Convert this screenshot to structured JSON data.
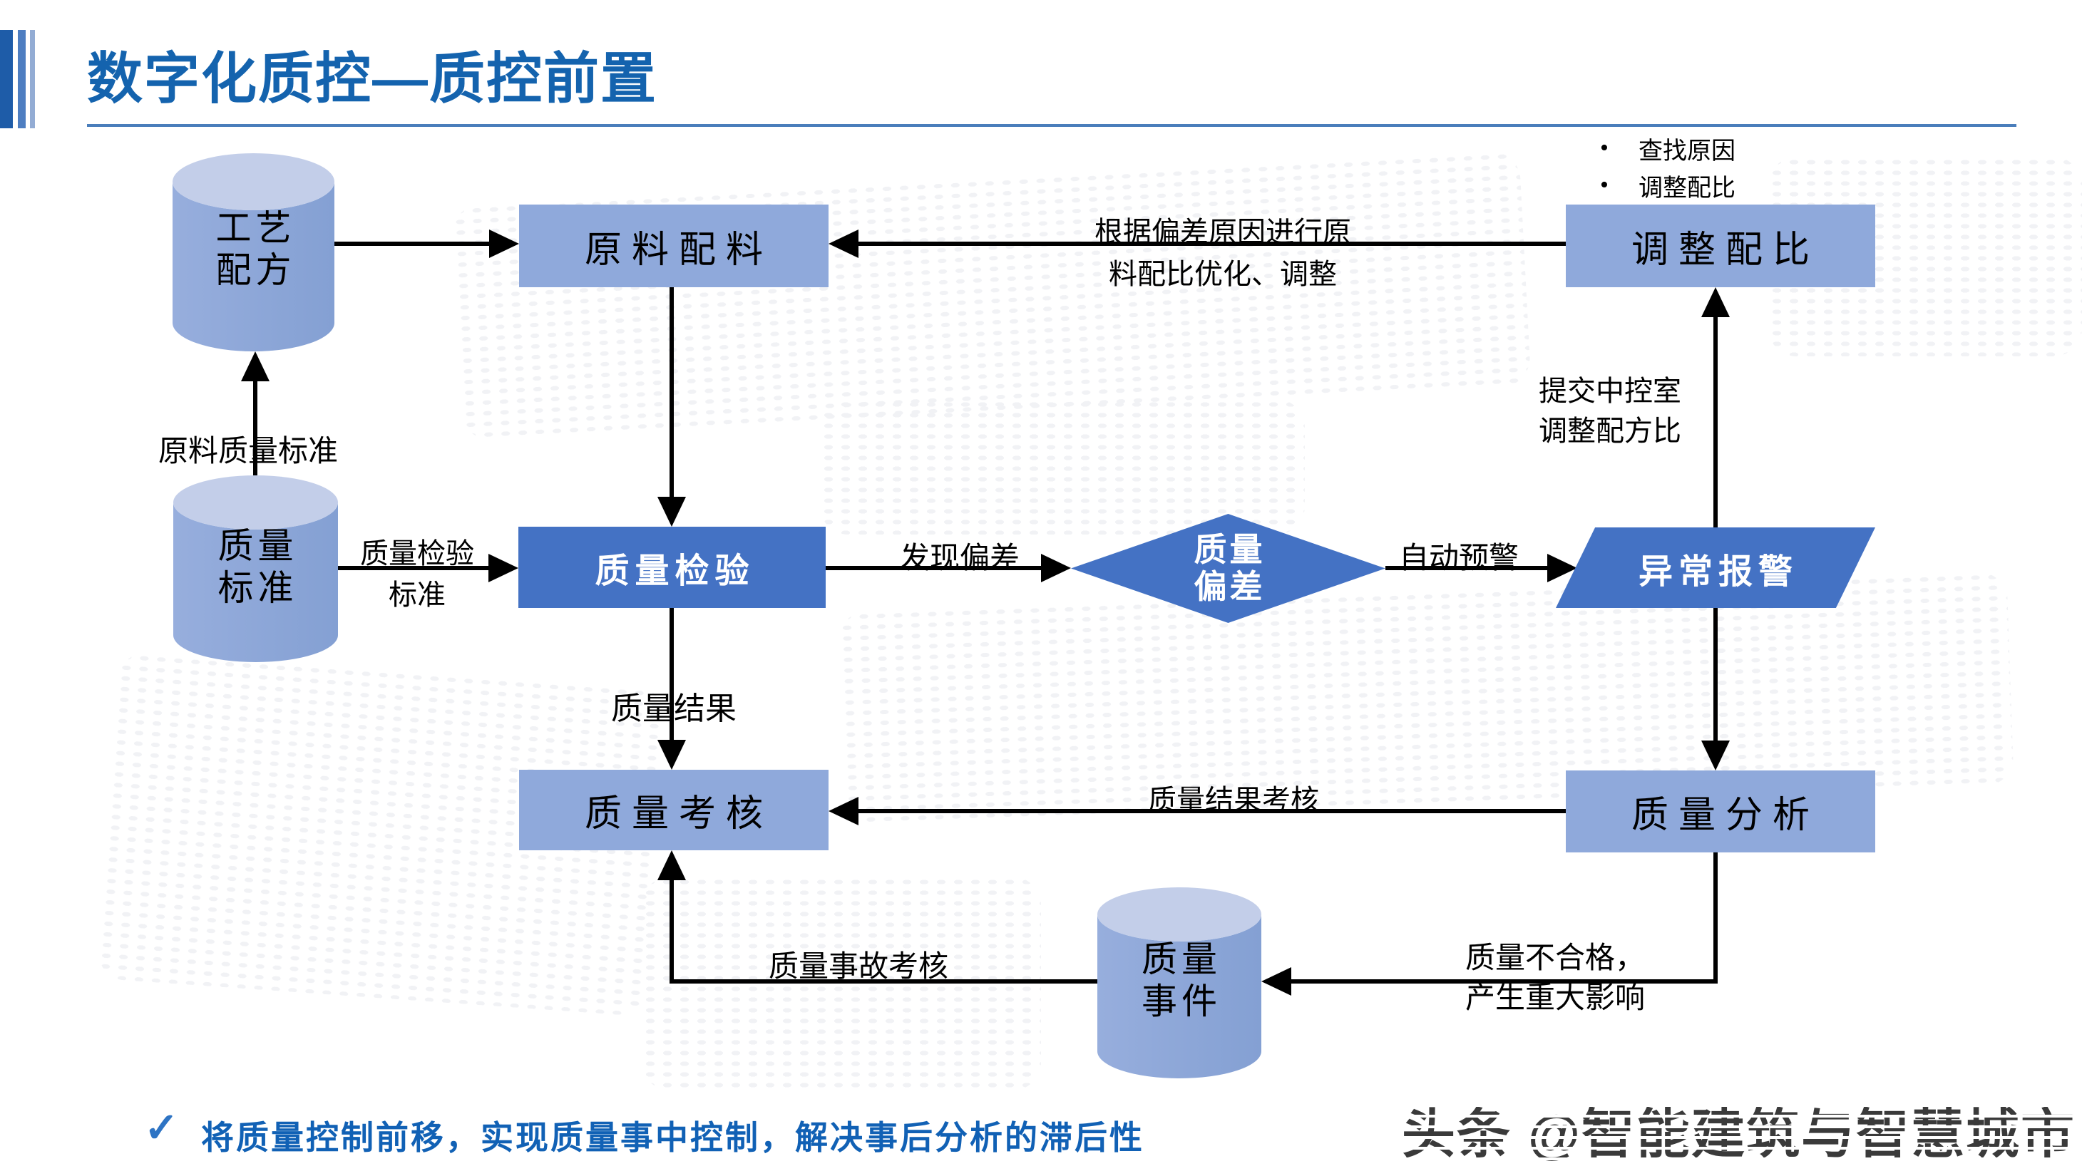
{
  "page": {
    "title": "数字化质控—质控前置"
  },
  "notes": {
    "items": [
      "查找原因",
      "调整配比"
    ]
  },
  "nodes": {
    "process_recipe": {
      "l1": "工艺",
      "l2": "配方"
    },
    "raw_batching": {
      "label": "原料配料"
    },
    "adjust_ratio": {
      "label": "调整配比"
    },
    "quality_standard": {
      "l1": "质量",
      "l2": "标准"
    },
    "quality_inspection": {
      "label": "质量检验"
    },
    "quality_deviation": {
      "l1": "质量",
      "l2": "偏差"
    },
    "abnormal_alarm": {
      "label": "异常报警"
    },
    "quality_assessment": {
      "label": "质量考核"
    },
    "quality_analysis": {
      "label": "质量分析"
    },
    "quality_incident": {
      "l1": "质量",
      "l2": "事件"
    }
  },
  "edge_labels": {
    "raw_quality_standard": "原料质量标准",
    "inspection_standard_l1": "质量检验",
    "inspection_standard_l2": "标准",
    "adjust_by_deviation_l1": "根据偏差原因进行原",
    "adjust_by_deviation_l2": "料配比优化、调整",
    "deviation_found": "发现偏差",
    "auto_warning": "自动预警",
    "submit_control_l1": "提交中控室",
    "submit_control_l2": "调整配方比",
    "quality_result": "质量结果",
    "result_assessment": "质量结果考核",
    "accident_assessment": "质量事故考核",
    "unqualified_l1": "质量不合格，",
    "unqualified_l2": "产生重大影响"
  },
  "footer": {
    "check": "✓",
    "text": "将质量控制前移，实现质量事中控制，解决事后分析的滞后性"
  },
  "watermark": "头条 @智能建筑与智慧城市",
  "colors": {
    "title_blue": "#1463AE",
    "rule_blue": "#4A7EBB",
    "node_light_fill": "#8FA9DB",
    "node_dark_fill": "#4472C4",
    "cylinder_body": "#8CA6D8",
    "cylinder_top": "#C3CEE9",
    "line_black": "#000000",
    "footer_blue": "#1161B5",
    "watermark_gray": "#3A3A3A",
    "accent_bar_dark": "#1E5CA8",
    "accent_bar_mid": "#4E7EC1",
    "accent_bar_light": "#93ACD4"
  }
}
